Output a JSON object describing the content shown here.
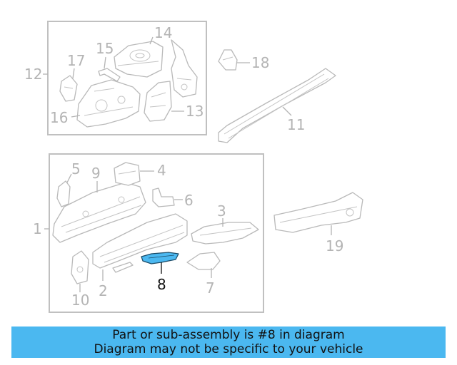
{
  "diagram": {
    "highlight_color": "#4bb8f0",
    "callouts": {
      "c1": "1",
      "c2": "2",
      "c3": "3",
      "c4": "4",
      "c5": "5",
      "c6": "6",
      "c7": "7",
      "c8": "8",
      "c9": "9",
      "c10": "10",
      "c11": "11",
      "c12": "12",
      "c13": "13",
      "c14": "14",
      "c15": "15",
      "c16": "16",
      "c17": "17",
      "c18": "18",
      "c19": "19"
    },
    "highlighted_part": "8"
  },
  "banner": {
    "line1": "Part or sub-assembly is #8 in diagram",
    "line2": "Diagram may not be specific to your vehicle",
    "background": "#4bb8f0"
  }
}
